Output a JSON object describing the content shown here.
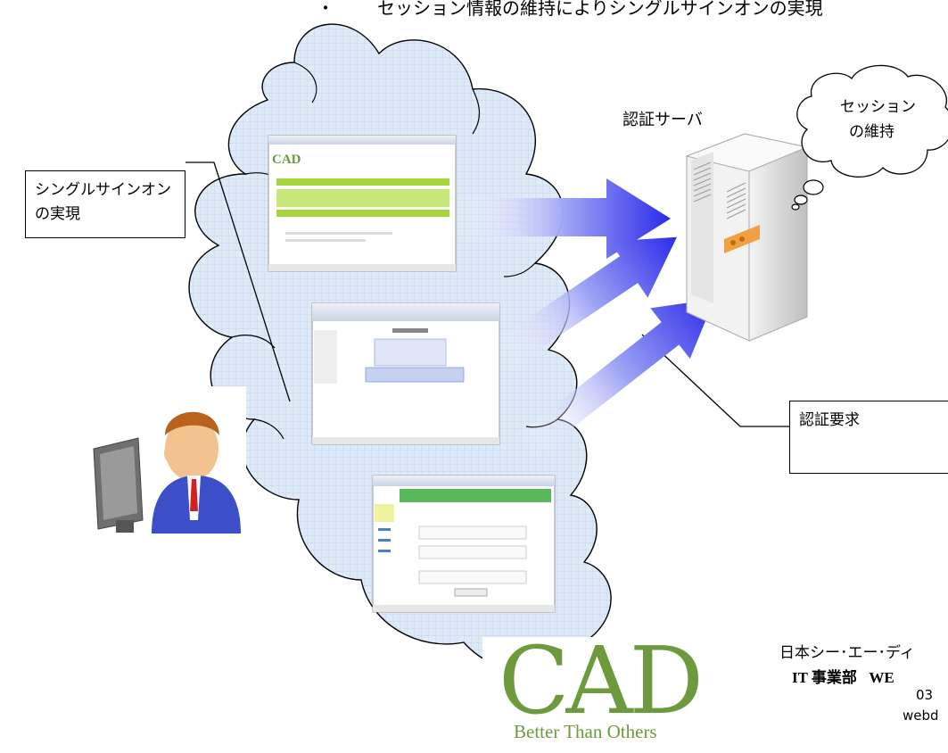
{
  "header": {
    "bullet": "・",
    "text": "セッション情報の維持によりシングルサインオンの実現"
  },
  "callouts": {
    "sso": "シングルサインオンの実現",
    "auth_request": "認証要求"
  },
  "server": {
    "label": "認証サーバ",
    "bubble_line1": "セッション",
    "bubble_line2": "の維持"
  },
  "logo": {
    "text": "CAD",
    "tagline": "Better Than Others",
    "color": "#6d9a3c"
  },
  "footer": {
    "company": "日本シー･エー･ディ",
    "dept_prefix": "IT 事業部",
    "dept_suffix": "WE",
    "phone": "03",
    "mail": "webd"
  },
  "colors": {
    "cloud_fill": "#dce9f7",
    "arrow": "#3333ee",
    "app_green": "#a6d63b",
    "server_orange": "#f0a040"
  }
}
